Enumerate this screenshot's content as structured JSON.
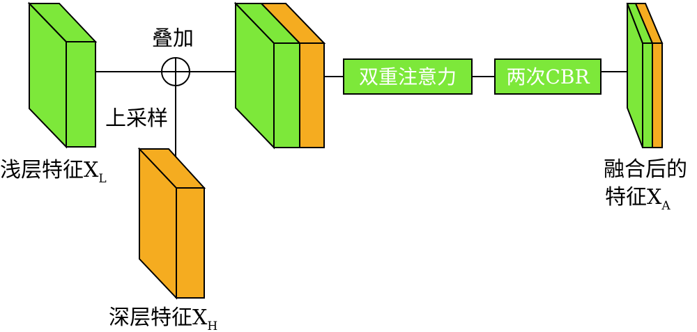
{
  "labels": {
    "add": "叠加",
    "upsample": "上采样",
    "shallow_main": "浅层特征X",
    "shallow_sub": "L",
    "deep_main": "深层特征X",
    "deep_sub": "H",
    "fused_line1": "融合后的",
    "fused_line2_main": "特征X",
    "fused_line2_sub": "A"
  },
  "boxes": {
    "dual_attention": "双重注意力",
    "two_cbr": "两次CBR"
  },
  "colors": {
    "green": "#7de83a",
    "orange": "#f5ac20",
    "line": "#000000"
  }
}
